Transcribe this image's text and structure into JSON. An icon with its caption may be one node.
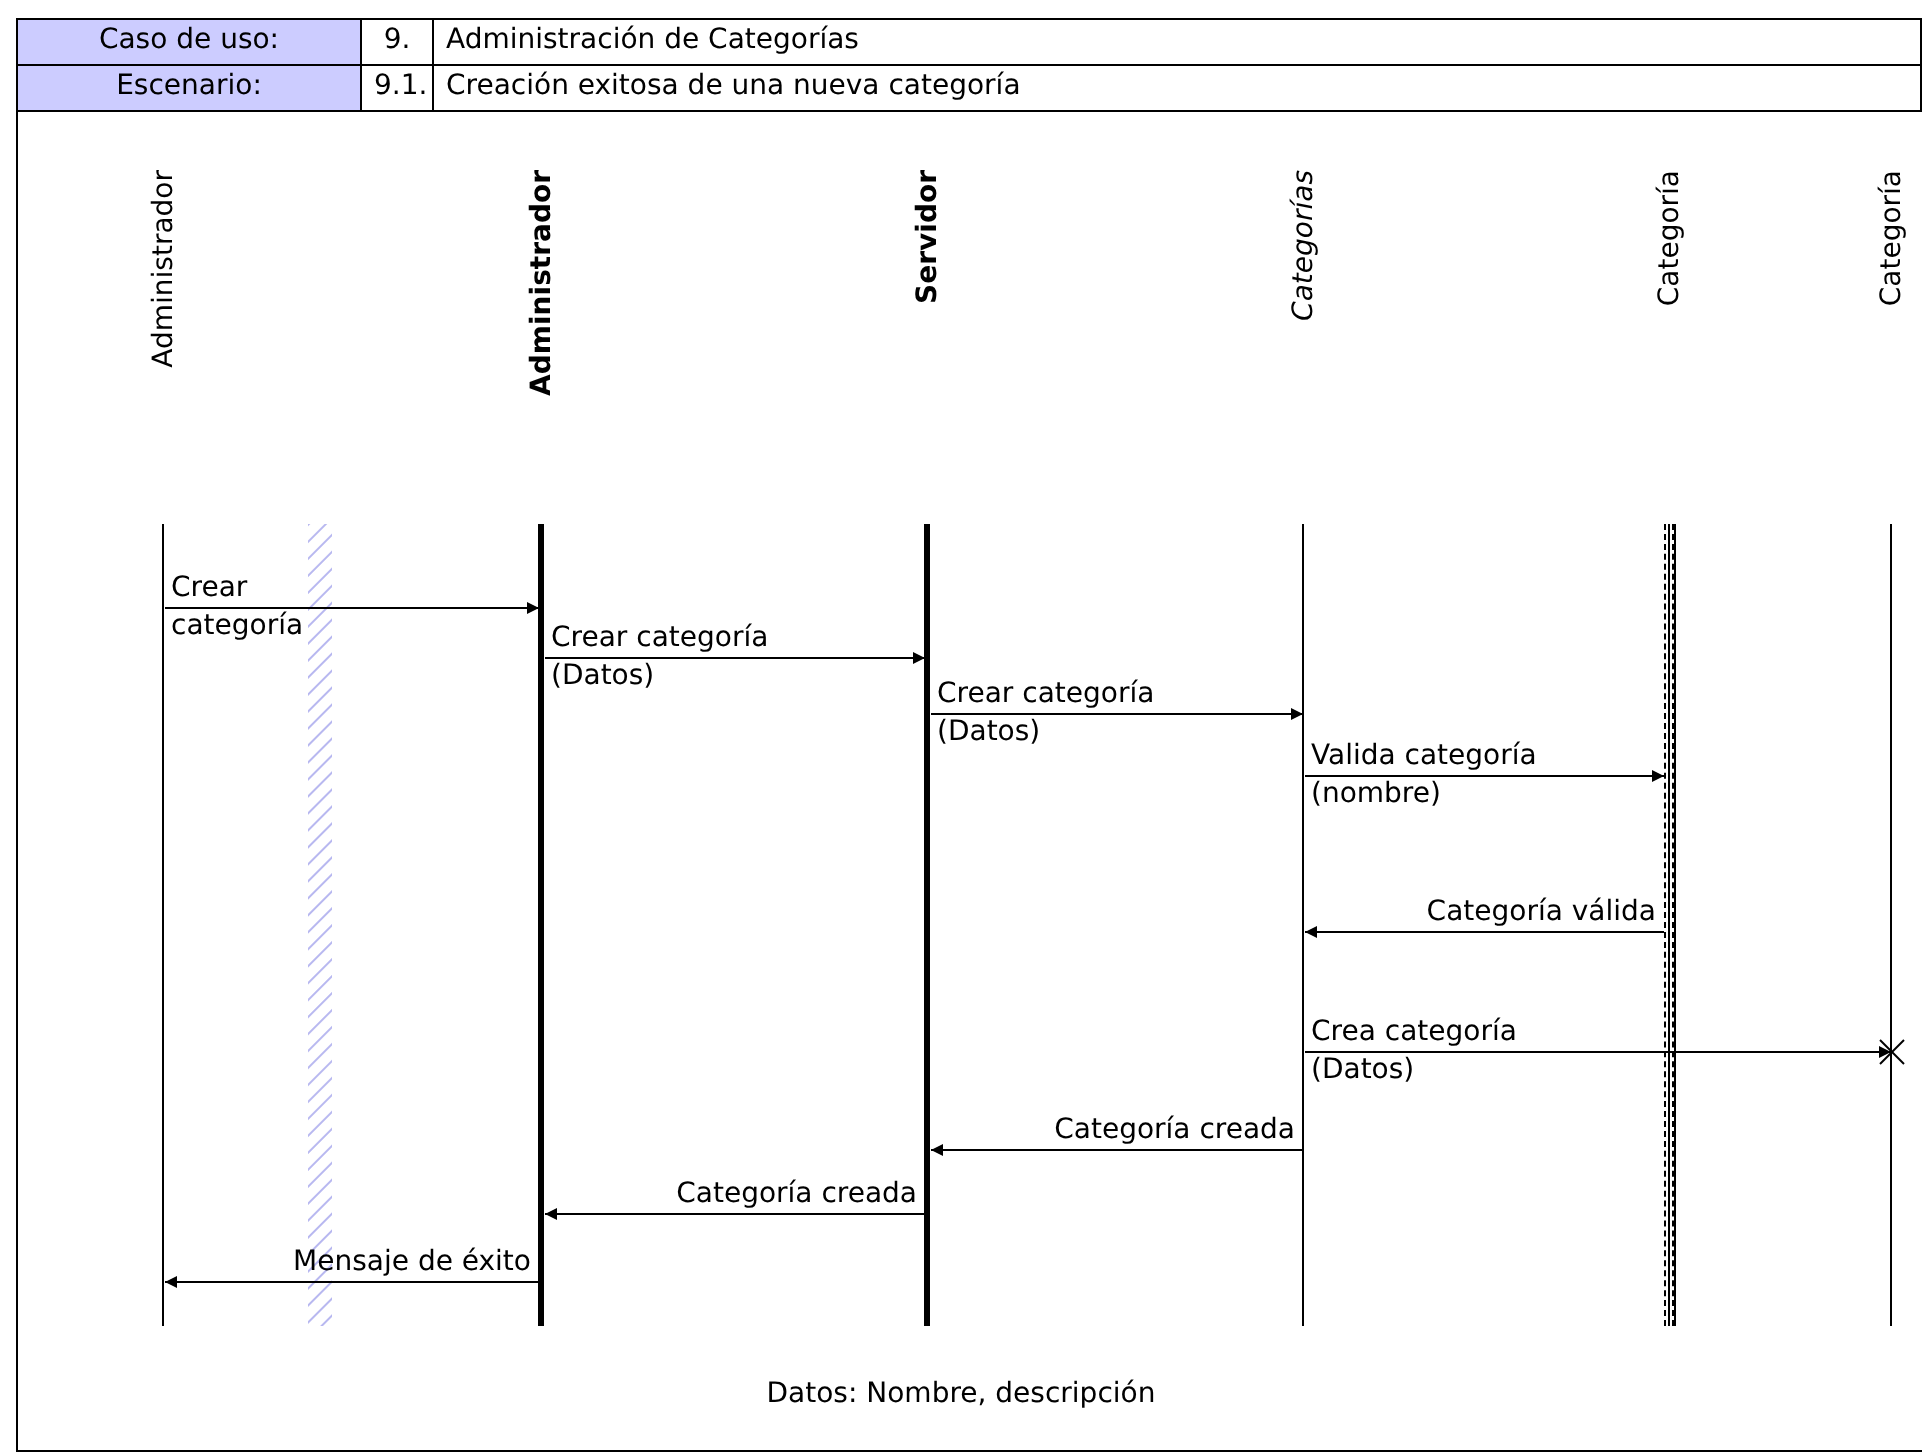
{
  "diagram": {
    "caption": "Datos: Nombre, descripción",
    "nodes": [
      {
        "text": [
          "Administrador"
        ]
      },
      {
        "text": [
          "Administrador"
        ]
      },
      {
        "text": [
          "Servidor"
        ]
      },
      {
        "text": [
          "Categorías"
        ]
      },
      {
        "text": [
          "Categoría"
        ]
      },
      {
        "text": [
          "Categoría"
        ]
      }
    ],
    "edges": [
      {
        "from": 0,
        "to": 1,
        "arrow": "to",
        "label": "Crear categoría"
      },
      {
        "from": 1,
        "to": 2,
        "arrow": "to",
        "label": "Crear categoría (Datos)"
      },
      {
        "from": 2,
        "to": 3,
        "arrow": "to",
        "label": "Crear categoría (Datos)"
      },
      {
        "from": 3,
        "to": 4,
        "arrow": "to",
        "label": "Valida categoría (nombre)"
      },
      {
        "from": 4,
        "to": 3,
        "arrow": "to",
        "label": "Categoría válida"
      },
      {
        "from": 3,
        "to": 5,
        "arrow": "to",
        "label": "Crea categoría (Datos)"
      },
      {
        "from": 3,
        "to": 2,
        "arrow": "to",
        "label": "Categoría creada"
      },
      {
        "from": 2,
        "to": 1,
        "arrow": "to",
        "label": "Categoría creada"
      },
      {
        "from": 1,
        "to": 0,
        "arrow": "to",
        "label": "Mensaje de éxito"
      }
    ],
    "labels": [
      "Caso de uso:",
      "9.",
      "Administración de Categorías",
      "Escenario:",
      "9.1.",
      "Creación exitosa de una nueva categoría"
    ]
  }
}
